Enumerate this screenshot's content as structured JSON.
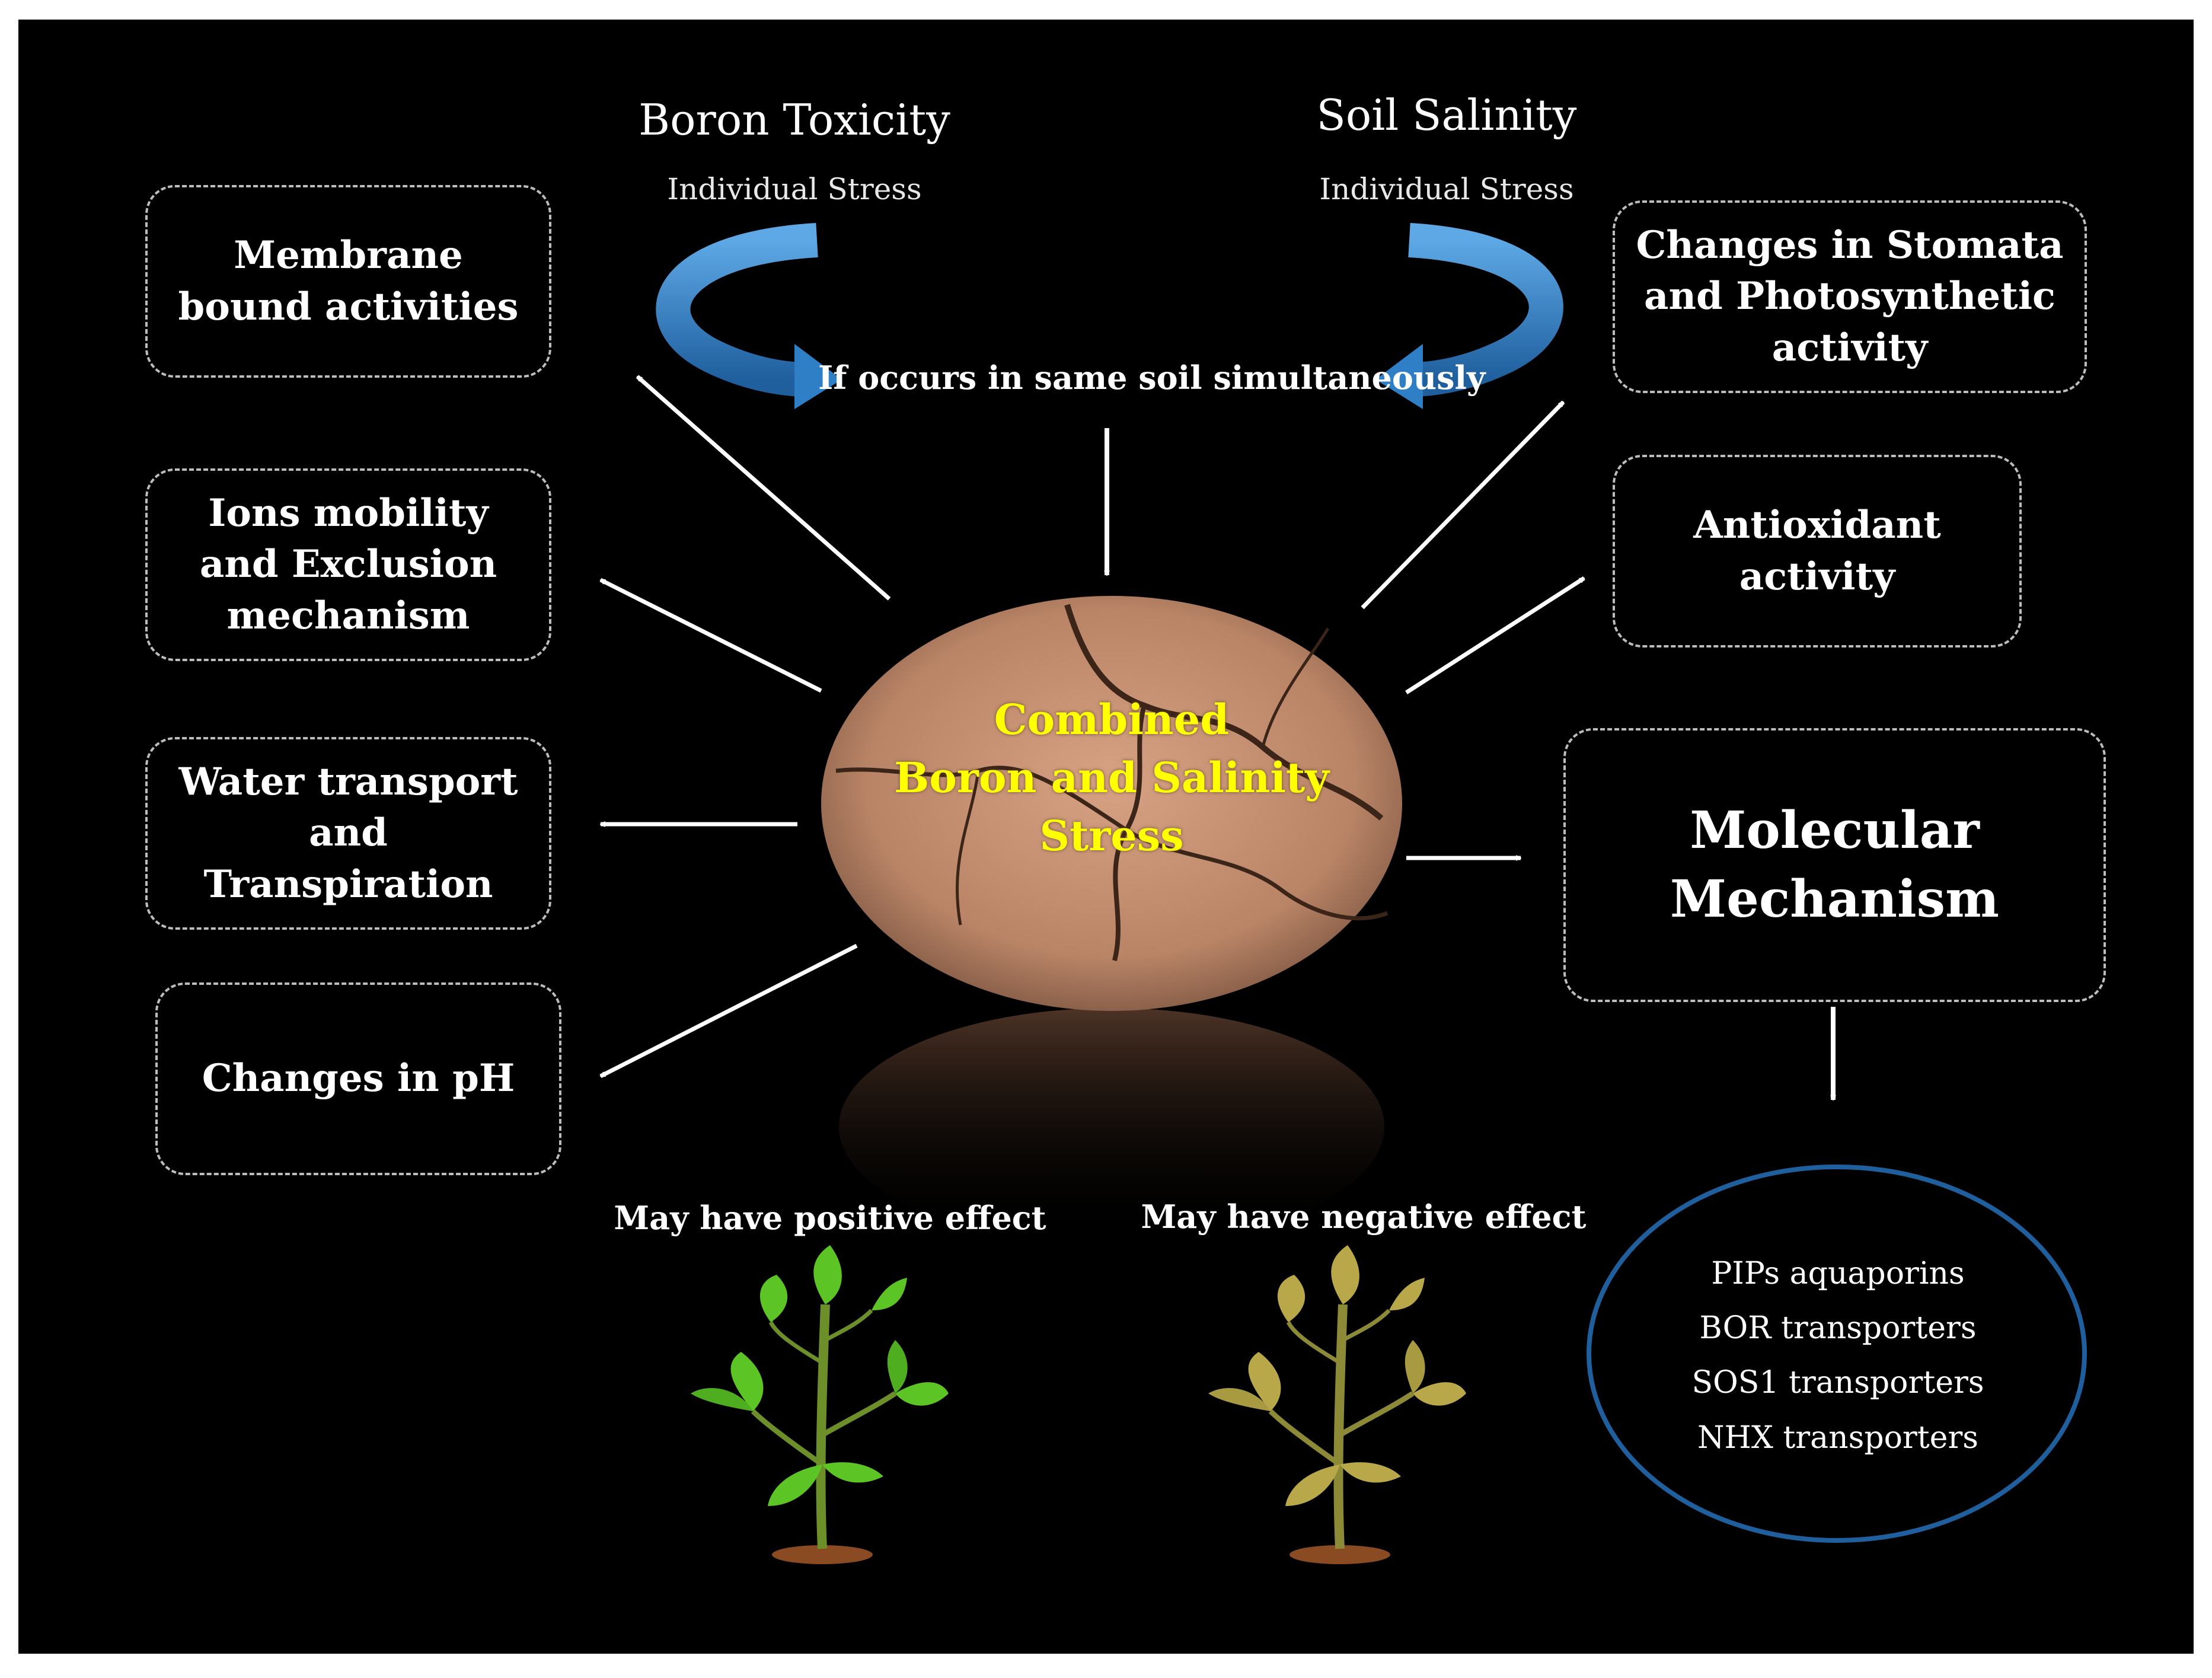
{
  "header": {
    "left_title": "Boron Toxicity",
    "left_sub": "Individual Stress",
    "right_title": "Soil Salinity",
    "right_sub": "Individual Stress",
    "condition": "If occurs in same soil simultaneously"
  },
  "center": {
    "label": "Combined\nBoron and Salinity\nStress"
  },
  "left_boxes": [
    {
      "label": "Membrane\nbound activities"
    },
    {
      "label": "Ions mobility\nand Exclusion\nmechanism"
    },
    {
      "label": "Water transport\nand\nTranspiration"
    },
    {
      "label": "Changes in pH"
    }
  ],
  "right_boxes": [
    {
      "label": "Changes in Stomata\nand Photosynthetic\nactivity"
    },
    {
      "label": "Antioxidant\nactivity"
    },
    {
      "label": "Molecular\nMechanism"
    }
  ],
  "effects": {
    "positive": "May have positive effect",
    "negative": "May have negative effect"
  },
  "molecular_list": [
    "PIPs aquaporins",
    "BOR transporters",
    "SOS1 transporters",
    "NHX transporters"
  ],
  "colors": {
    "background": "#000000",
    "center_text": "#ffff00",
    "curved_arrow": "#2f7fc6",
    "ellipse_border": "#1f5f9e",
    "healthy_leaf": "#5cc424",
    "stressed_leaf": "#b8a849"
  }
}
